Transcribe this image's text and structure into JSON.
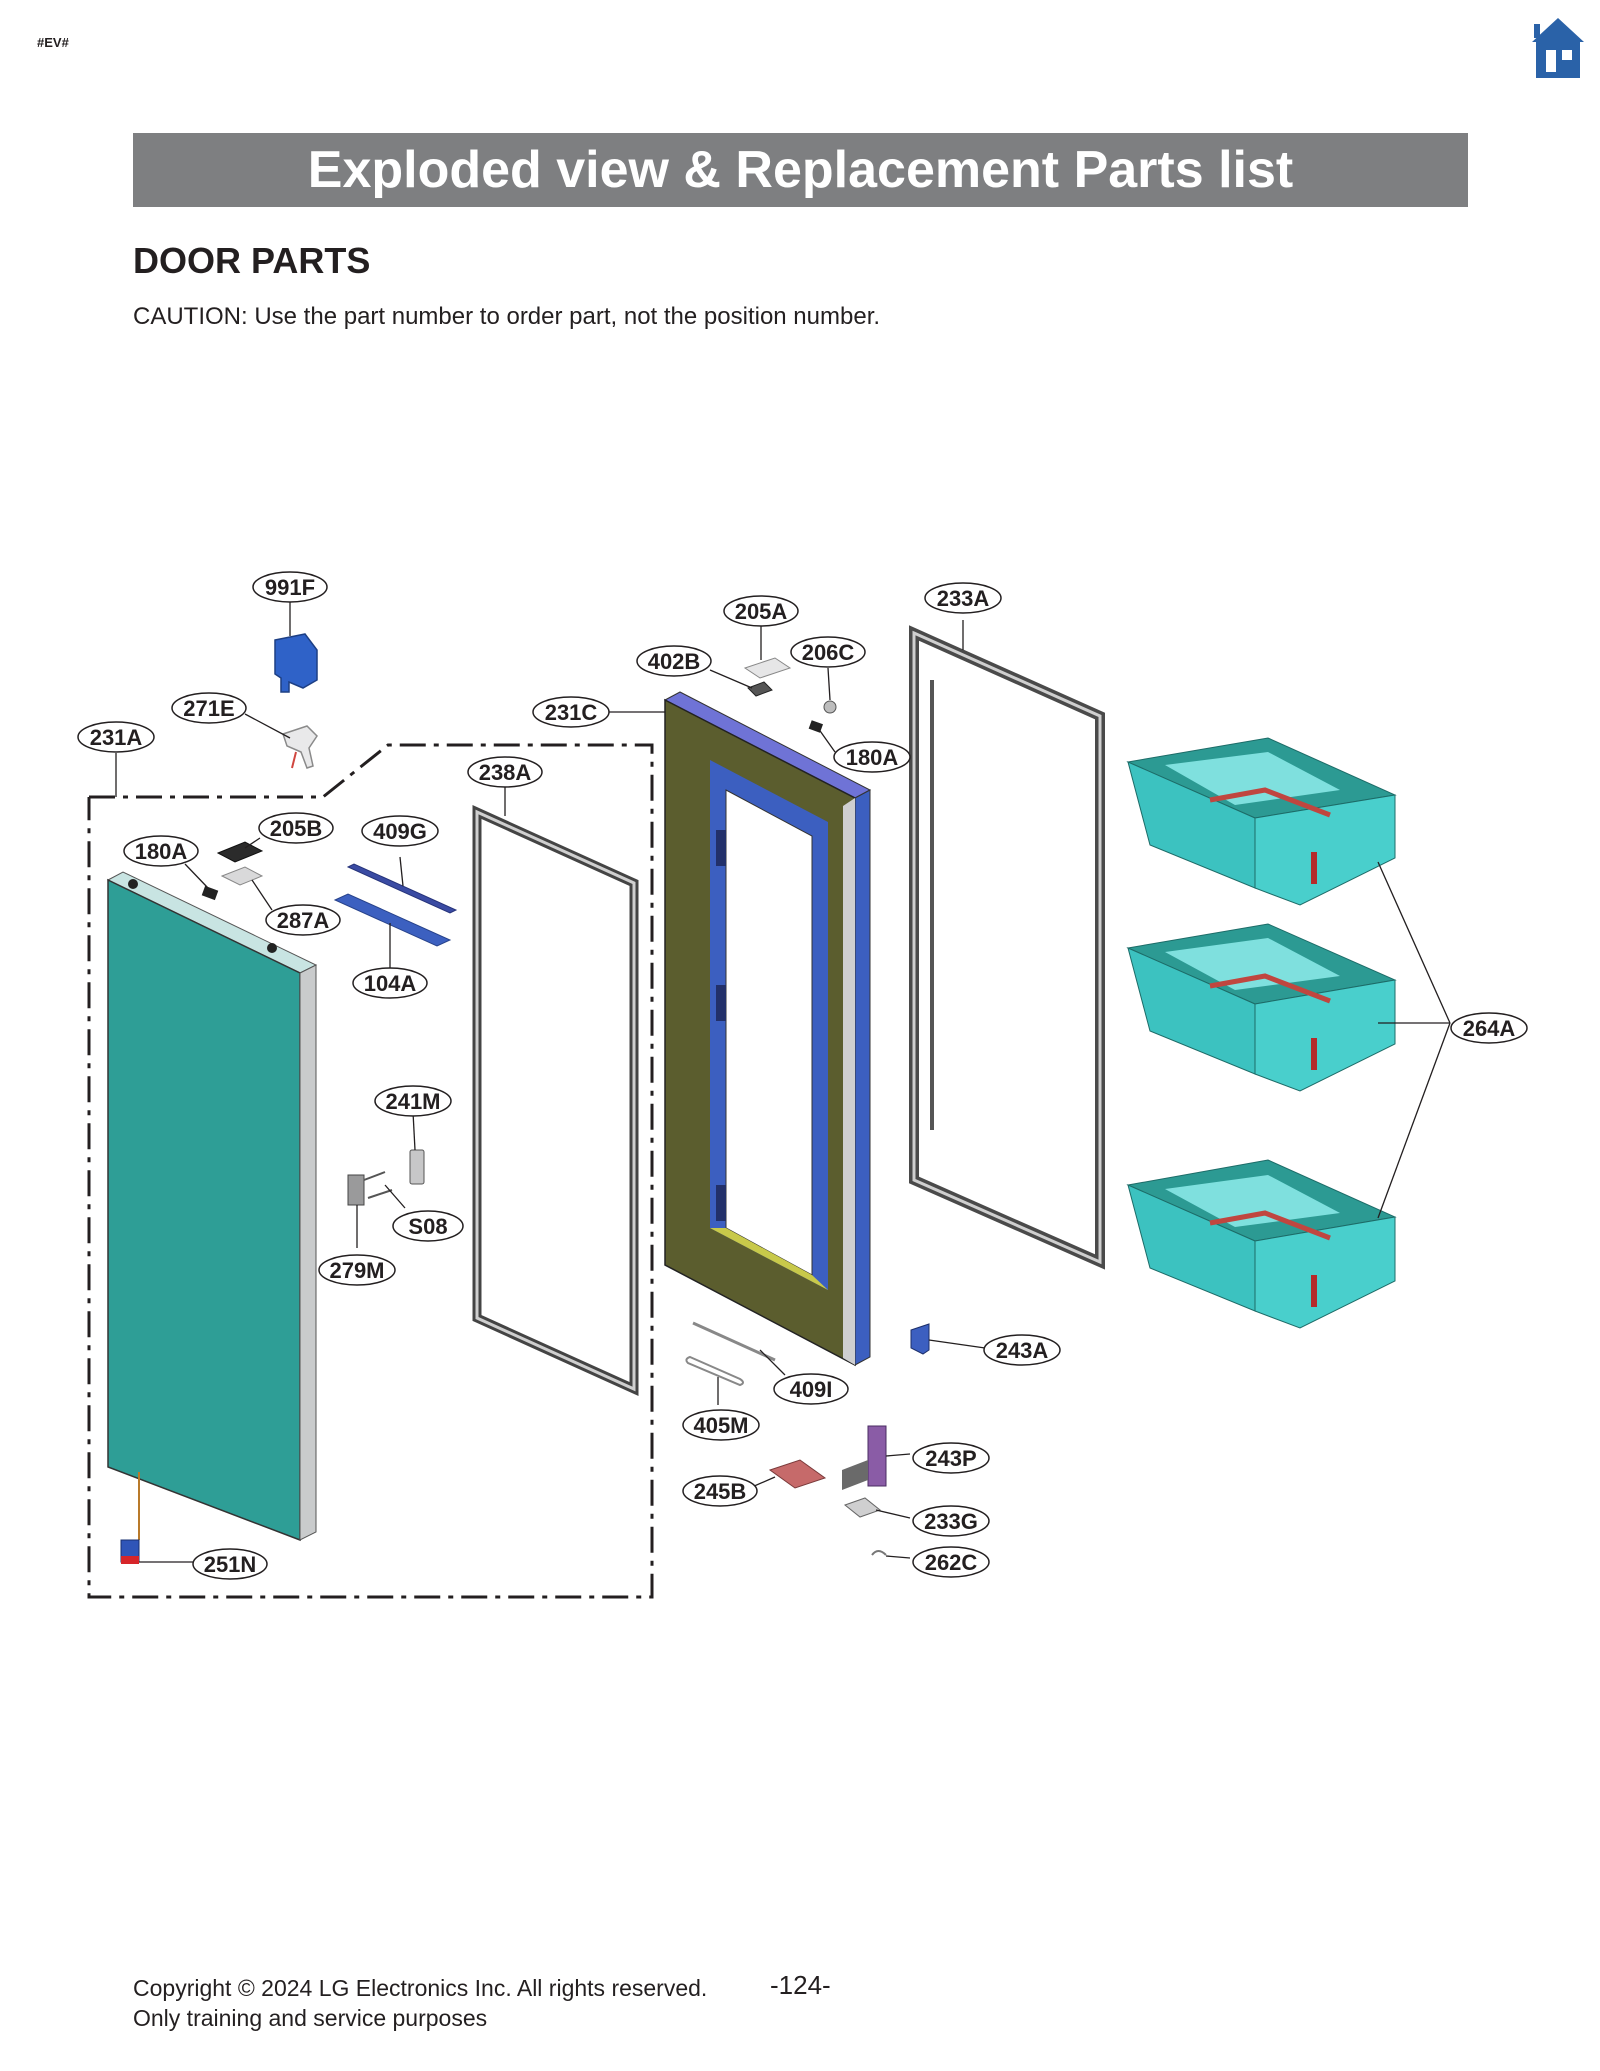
{
  "page_tag": "#EV#",
  "home_icon": "home-icon",
  "title": "Exploded view & Replacement Parts list",
  "section": "DOOR PARTS",
  "caution": "CAUTION: Use the part number to order part, not the position number.",
  "callouts": {
    "p991F": "991F",
    "p205A": "205A",
    "p233A": "233A",
    "p402B": "402B",
    "p206C": "206C",
    "p271E": "271E",
    "p231C": "231C",
    "p231A": "231A",
    "p180A_top": "180A",
    "p238A": "238A",
    "p205B": "205B",
    "p409G": "409G",
    "p180A_left": "180A",
    "p287A": "287A",
    "p104A": "104A",
    "p264A": "264A",
    "p241M": "241M",
    "pS08": "S08",
    "p279M": "279M",
    "p243A": "243A",
    "p409I": "409I",
    "p405M": "405M",
    "p243P": "243P",
    "p245B": "245B",
    "p233G": "233G",
    "p262C": "262C",
    "p251N": "251N"
  },
  "footer": {
    "copyright": "Copyright © 2024 LG Electronics Inc. All rights reserved.",
    "purpose": "Only training and service purposes",
    "page_number": "-124-"
  },
  "colors": {
    "title_bar": "#7e7f81",
    "home_icon": "#2a62a8",
    "door_panel": "#2e9e96",
    "bin": "#3cc2c0",
    "frame_olive": "#5b5d2e",
    "frame_blue": "#3c5fc0"
  }
}
